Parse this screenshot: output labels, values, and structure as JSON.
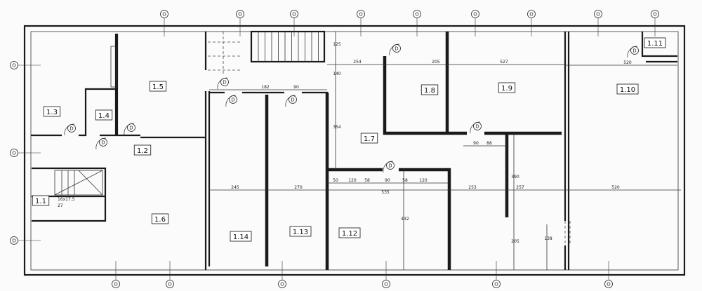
{
  "plan": {
    "rooms": [
      "1.1",
      "1.2",
      "1.3",
      "1.4",
      "1.5",
      "1.6",
      "1.7",
      "1.8",
      "1.9",
      "1.10",
      "1.11",
      "1.12",
      "1.13",
      "1.14"
    ],
    "stair_note": [
      "16x17.5",
      "27"
    ],
    "dimensions": [
      "182",
      "90",
      "254",
      "205",
      "527",
      "520",
      "245",
      "270",
      "535",
      "253",
      "257",
      "520",
      "50",
      "120",
      "58",
      "90",
      "58",
      "120",
      "90",
      "88",
      "354",
      "140",
      "125",
      "432",
      "390",
      "205",
      "138"
    ],
    "window_marker": "O",
    "door_marker": "D",
    "line_color": "#1a1a1a",
    "background": "#fbfbfb"
  }
}
